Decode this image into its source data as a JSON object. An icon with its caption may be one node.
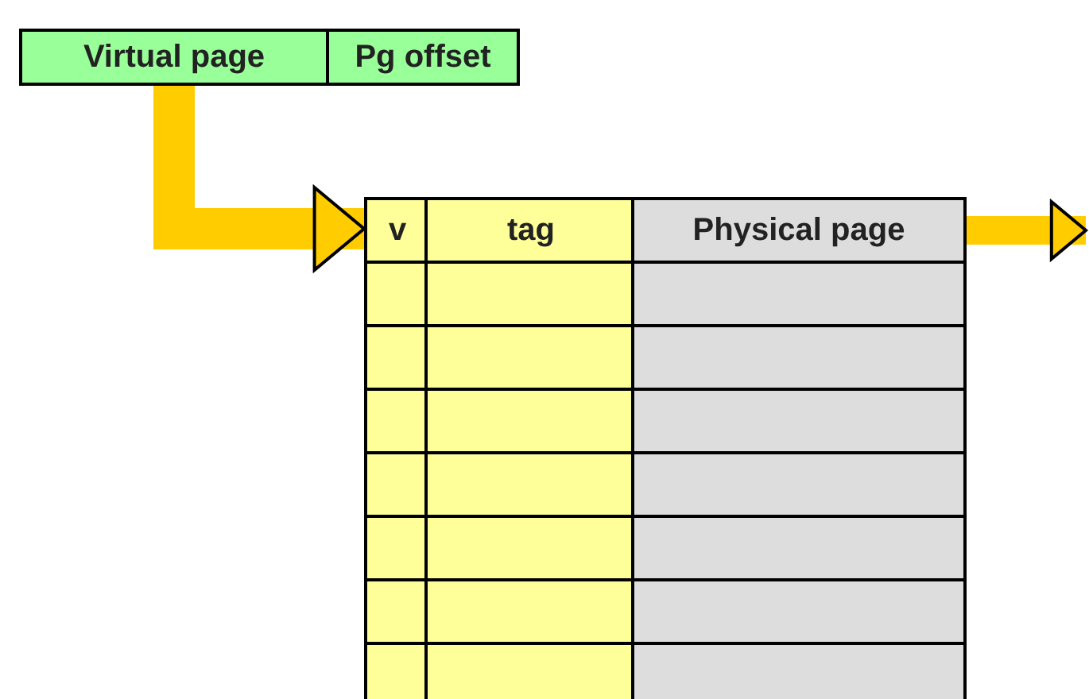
{
  "diagram": {
    "nodes": [
      {
        "text": [
          "Virtual page"
        ]
      },
      {
        "text": [
          "Pg offset"
        ]
      },
      {
        "text": [
          "v"
        ]
      },
      {
        "text": [
          "tag"
        ]
      },
      {
        "text": [
          "Physical page"
        ]
      },
      {
        "text": [],
        "shape": "box"
      },
      {
        "text": [],
        "shape": "box"
      },
      {
        "text": [],
        "shape": "box"
      },
      {
        "text": [],
        "shape": "box"
      },
      {
        "text": [],
        "shape": "box"
      },
      {
        "text": [],
        "shape": "box"
      },
      {
        "text": [],
        "shape": "box"
      },
      {
        "text": [],
        "shape": "box"
      },
      {
        "text": [],
        "shape": "box"
      },
      {
        "text": [],
        "shape": "box"
      },
      {
        "text": [],
        "shape": "box"
      },
      {
        "text": [],
        "shape": "box"
      },
      {
        "text": [],
        "shape": "box"
      },
      {
        "text": [],
        "shape": "box"
      },
      {
        "text": [],
        "shape": "box"
      },
      {
        "text": [],
        "shape": "box"
      },
      {
        "text": [],
        "shape": "box"
      },
      {
        "text": [],
        "shape": "box"
      },
      {
        "text": [],
        "shape": "box"
      },
      {
        "text": [],
        "shape": "box"
      },
      {
        "text": [],
        "shape": "box"
      }
    ],
    "edges": [
      {
        "from": 0,
        "to": 2,
        "arrow": "to"
      },
      {
        "from": 4,
        "to": null,
        "arrow": "to"
      }
    ]
  }
}
